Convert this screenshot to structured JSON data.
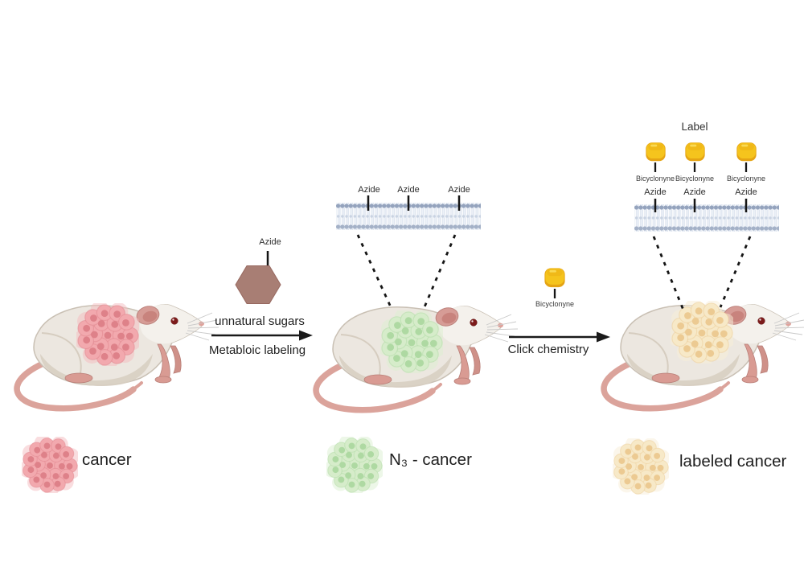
{
  "figure": {
    "description": "Metabolic labeling and click chemistry tumor labeling schematic"
  },
  "step1": {
    "molecule": "Azide",
    "line1": "unnatural sugars",
    "line2": "Metabloic labeling"
  },
  "step2": {
    "molecule": "Bicyclonyne",
    "line1": "Click chemistry"
  },
  "membrane_middle": {
    "azides": [
      "Azide",
      "Azide",
      "Azide"
    ]
  },
  "membrane_right": {
    "title": "Label",
    "bicyclonynes": [
      "Bicyclonyne",
      "Bicyclonyne",
      "Bicyclonyne"
    ],
    "azides": [
      "Azide",
      "Azide",
      "Azide"
    ]
  },
  "legend": {
    "items": [
      {
        "label": "cancer"
      },
      {
        "label": "N₃ - cancer"
      },
      {
        "label": "labeled cancer"
      }
    ]
  },
  "colors": {
    "tumor_pink": "#f2a9ae",
    "tumor_pink_core": "#de8189",
    "tumor_green": "#d6ecca",
    "tumor_green_core": "#aed9a2",
    "tumor_yellow": "#f7e9c8",
    "tumor_yellow_core": "#ecca92",
    "azide_molecule": "#a87e74",
    "bicyclonyne_molecule": "#f5c41d",
    "membrane_head": "#96a5bf",
    "arrow": "#1a1a1a"
  }
}
